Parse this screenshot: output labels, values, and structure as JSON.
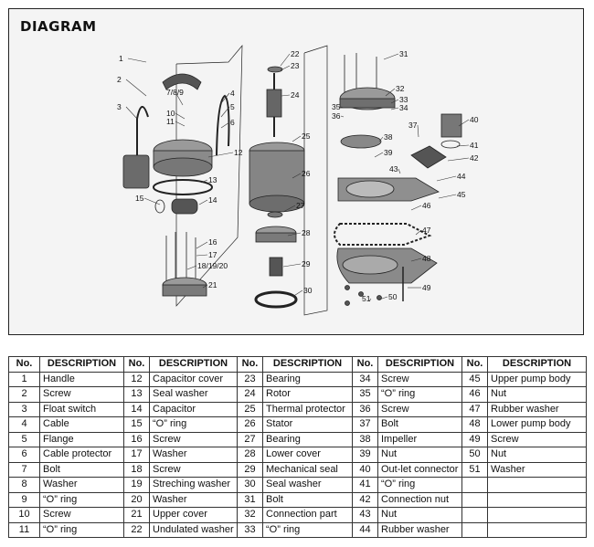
{
  "diagram": {
    "title": "DIAGRAM",
    "callouts": [
      "1",
      "2",
      "3",
      "4",
      "5",
      "6",
      "7/8/9",
      "10",
      "11",
      "12",
      "13",
      "14",
      "15",
      "16",
      "17",
      "18/19/20",
      "21",
      "22",
      "23",
      "24",
      "25",
      "26",
      "27",
      "28",
      "29",
      "30",
      "31",
      "32",
      "33",
      "34",
      "35",
      "36",
      "37",
      "38",
      "39",
      "40",
      "41",
      "42",
      "43",
      "44",
      "45",
      "46",
      "47",
      "48",
      "49",
      "50",
      "51"
    ]
  },
  "table": {
    "headers": [
      "No.",
      "DESCRIPTION",
      "No.",
      "DESCRIPTION",
      "No.",
      "DESCRIPTION",
      "No.",
      "DESCRIPTION",
      "No.",
      "DESCRIPTION"
    ],
    "rows": [
      [
        "1",
        "Handle",
        "12",
        "Capacitor cover",
        "23",
        "Bearing",
        "34",
        "Screw",
        "45",
        "Upper pump body"
      ],
      [
        "2",
        "Screw",
        "13",
        "Seal washer",
        "24",
        "Rotor",
        "35",
        "“O” ring",
        "46",
        "Nut"
      ],
      [
        "3",
        "Float switch",
        "14",
        "Capacitor",
        "25",
        "Thermal protector",
        "36",
        "Screw",
        "47",
        "Rubber washer"
      ],
      [
        "4",
        "Cable",
        "15",
        "“O” ring",
        "26",
        "Stator",
        "37",
        "Bolt",
        "48",
        "Lower pump body"
      ],
      [
        "5",
        "Flange",
        "16",
        "Screw",
        "27",
        "Bearing",
        "38",
        "Impeller",
        "49",
        "Screw"
      ],
      [
        "6",
        "Cable protector",
        "17",
        "Washer",
        "28",
        "Lower cover",
        "39",
        "Nut",
        "50",
        "Nut"
      ],
      [
        "7",
        "Bolt",
        "18",
        "Screw",
        "29",
        "Mechanical seal",
        "40",
        "Out-let connector",
        "51",
        "Washer"
      ],
      [
        "8",
        "Washer",
        "19",
        "Streching washer",
        "30",
        "Seal washer",
        "41",
        "“O” ring",
        "",
        ""
      ],
      [
        "9",
        "“O” ring",
        "20",
        "Washer",
        "31",
        "Bolt",
        "42",
        "Connection nut",
        "",
        ""
      ],
      [
        "10",
        "Screw",
        "21",
        "Upper cover",
        "32",
        "Connection part",
        "43",
        "Nut",
        "",
        ""
      ],
      [
        "11",
        "“O” ring",
        "22",
        "Undulated washer",
        "33",
        "“O” ring",
        "44",
        "Rubber washer",
        "",
        ""
      ]
    ]
  }
}
